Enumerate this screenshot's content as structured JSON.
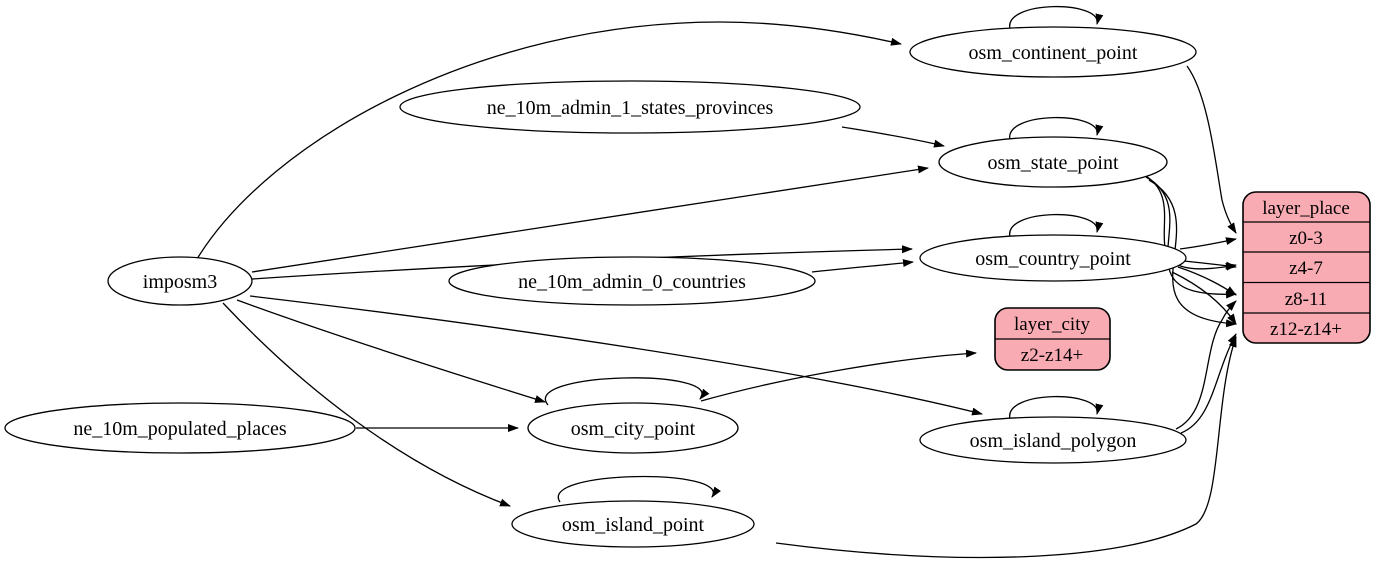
{
  "diagram": {
    "title": "place layer mapping diagram",
    "background_color": "#ffffff",
    "node_fill_color": "#ffffff",
    "record_fill_color": "#f9abb4",
    "stroke_color": "#000000"
  },
  "nodes": {
    "imposm3": {
      "label": "imposm3"
    },
    "ne_10m_admin_1_states_provinces": {
      "label": "ne_10m_admin_1_states_provinces"
    },
    "ne_10m_admin_0_countries": {
      "label": "ne_10m_admin_0_countries"
    },
    "ne_10m_populated_places": {
      "label": "ne_10m_populated_places"
    },
    "osm_continent_point": {
      "label": "osm_continent_point"
    },
    "osm_state_point": {
      "label": "osm_state_point"
    },
    "osm_country_point": {
      "label": "osm_country_point"
    },
    "osm_city_point": {
      "label": "osm_city_point"
    },
    "osm_island_polygon": {
      "label": "osm_island_polygon"
    },
    "osm_island_point": {
      "label": "osm_island_point"
    }
  },
  "records": {
    "layer_place": {
      "title": "layer_place",
      "rows": [
        "z0-3",
        "z4-7",
        "z8-11",
        "z12-z14+"
      ]
    },
    "layer_city": {
      "title": "layer_city",
      "rows": [
        "z2-z14+"
      ]
    }
  },
  "edges": [
    {
      "from": "imposm3",
      "to": "osm_continent_point"
    },
    {
      "from": "imposm3",
      "to": "osm_state_point"
    },
    {
      "from": "imposm3",
      "to": "osm_country_point"
    },
    {
      "from": "imposm3",
      "to": "osm_city_point"
    },
    {
      "from": "imposm3",
      "to": "osm_island_polygon"
    },
    {
      "from": "imposm3",
      "to": "osm_island_point"
    },
    {
      "from": "ne_10m_admin_1_states_provinces",
      "to": "osm_state_point"
    },
    {
      "from": "ne_10m_admin_0_countries",
      "to": "osm_country_point"
    },
    {
      "from": "ne_10m_populated_places",
      "to": "osm_city_point"
    },
    {
      "from": "osm_continent_point",
      "to": "osm_continent_point"
    },
    {
      "from": "osm_state_point",
      "to": "osm_state_point"
    },
    {
      "from": "osm_country_point",
      "to": "osm_country_point"
    },
    {
      "from": "osm_city_point",
      "to": "osm_city_point"
    },
    {
      "from": "osm_island_polygon",
      "to": "osm_island_polygon"
    },
    {
      "from": "osm_island_point",
      "to": "osm_island_point"
    },
    {
      "from": "osm_continent_point",
      "to": "layer_place:z0-3"
    },
    {
      "from": "osm_country_point",
      "to": "layer_place:z0-3"
    },
    {
      "from": "osm_country_point",
      "to": "layer_place:z4-7"
    },
    {
      "from": "osm_country_point",
      "to": "layer_place:z8-11"
    },
    {
      "from": "osm_country_point",
      "to": "layer_place:z12-z14+"
    },
    {
      "from": "osm_state_point",
      "to": "layer_place:z4-7"
    },
    {
      "from": "osm_state_point",
      "to": "layer_place:z8-11"
    },
    {
      "from": "osm_state_point",
      "to": "layer_place:z12-z14+"
    },
    {
      "from": "osm_island_polygon",
      "to": "layer_place:z8-11"
    },
    {
      "from": "osm_island_polygon",
      "to": "layer_place:z12-z14+"
    },
    {
      "from": "osm_island_point",
      "to": "layer_place:z12-z14+"
    },
    {
      "from": "osm_city_point",
      "to": "layer_city:z2-z14+"
    }
  ]
}
